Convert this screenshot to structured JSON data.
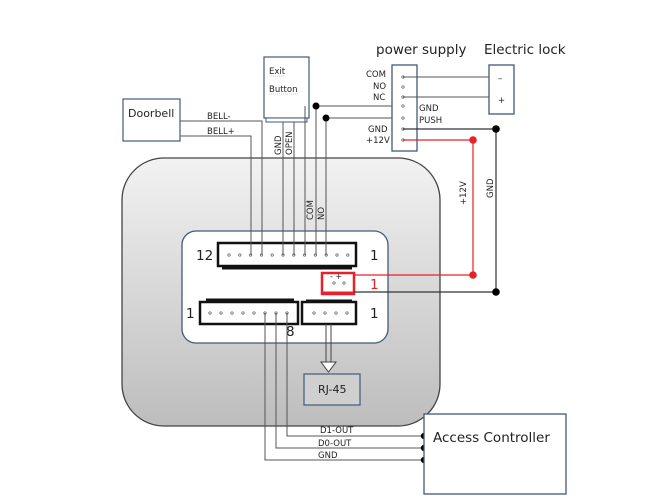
{
  "diagram": {
    "type": "wiring-diagram",
    "power_supply": {
      "title": "power supply",
      "terminals_left": [
        "COM",
        "NO",
        "NC"
      ],
      "terminals_right": [
        "GND",
        "PUSH"
      ],
      "terminals_power": [
        "GND",
        "+12V"
      ]
    },
    "electric_lock": {
      "title": "Electric lock",
      "terminals": [
        "–",
        "+"
      ]
    },
    "exit_button": {
      "line1": "Exit",
      "line2": "Button",
      "wires": [
        "GND",
        "OPEN"
      ]
    },
    "doorbell": {
      "title": "Doorbell",
      "wires": [
        "BELL-",
        "BELL+"
      ]
    },
    "reader_board": {
      "top_connector": {
        "left_pin": "12",
        "right_pin": "1",
        "wires": [
          "COM",
          "NO"
        ]
      },
      "power_connector": {
        "polarity": "- +",
        "pin": "1"
      },
      "bottom_left_connector": {
        "left_pin": "1",
        "right_pin": "8"
      },
      "bottom_right_connector": {
        "right_pin": "1"
      }
    },
    "rj45": {
      "label": "RJ-45"
    },
    "power_lines": {
      "positive": "+12V",
      "ground": "GND"
    },
    "access_controller": {
      "title": "Access Controller",
      "wires": [
        "D1-OUT",
        "D0-OUT",
        "GND"
      ]
    },
    "colors": {
      "red_wire": "#e8202a",
      "box_border": "#41597a",
      "wire": "#555555",
      "panel_gray": "#cfcfcf"
    }
  }
}
